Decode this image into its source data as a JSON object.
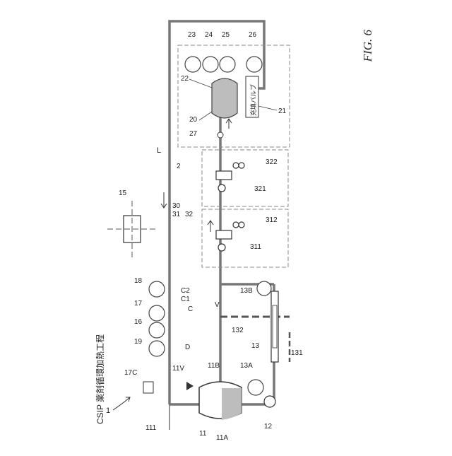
{
  "figure_label": "FIG. 6",
  "process_title": "CSIP 薬剤循環加熱工程",
  "filling_valve_label": "充填バルブ",
  "lines": {
    "main": "L",
    "drain": "D",
    "vent": "V",
    "sterilize": "C",
    "c1": "C1",
    "c2": "C2",
    "tank_vent": "11V"
  },
  "labels": {
    "system": "1",
    "filler": "2",
    "tank": "20",
    "valve_unit": "21",
    "line22": "22",
    "t23": "23",
    "t24": "24",
    "t25": "25",
    "t26": "26",
    "pump27": "27",
    "unit30": "30",
    "unit31": "31",
    "unit32": "32",
    "p311": "311",
    "p312": "312",
    "p321": "321",
    "p322": "322",
    "tank11": "11",
    "tank11a": "11A",
    "tank11b": "11B",
    "l111": "111",
    "pump12": "12",
    "hx13": "13",
    "t13a": "13A",
    "t13b": "13B",
    "l131": "131",
    "l132": "132",
    "ctrl15": "15",
    "t16": "16",
    "t17": "17",
    "t18": "18",
    "t19": "19",
    "c17": "17C"
  }
}
